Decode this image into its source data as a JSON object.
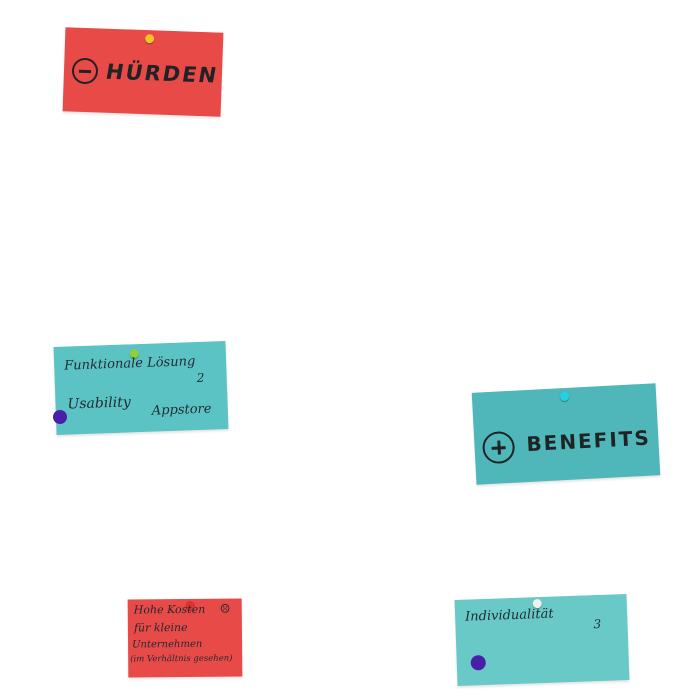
{
  "cards": {
    "huerden": {
      "title": "HÜRDEN",
      "icon": "minus-circle-icon",
      "color": "#e84a48",
      "pin_color": "#f2c322"
    },
    "functional": {
      "line1": "Funktionale Lösung",
      "line2": "Usability",
      "line3": "Appstore",
      "mark": "2",
      "color": "#5cc3c4",
      "pin_color": "#8fd03a",
      "dot_color": "#4a1fa8"
    },
    "benefits": {
      "title": "BENEFITS",
      "icon": "plus-circle-icon",
      "color": "#5cc3c4",
      "pin_color": "#27d0e0"
    },
    "kosten": {
      "line1": "Hohe Kosten",
      "line2": "für kleine",
      "line3": "Unternehmen",
      "line4": "(im Verhältnis gesehen)",
      "face": "☹",
      "color": "#e84a48",
      "pin_color": "#e03030"
    },
    "individualitaet": {
      "line1": "Individualität",
      "mark": "3",
      "color": "#5cc3c4",
      "pin_color": "#f0f0f0",
      "dot_color": "#4a1fa8"
    }
  }
}
